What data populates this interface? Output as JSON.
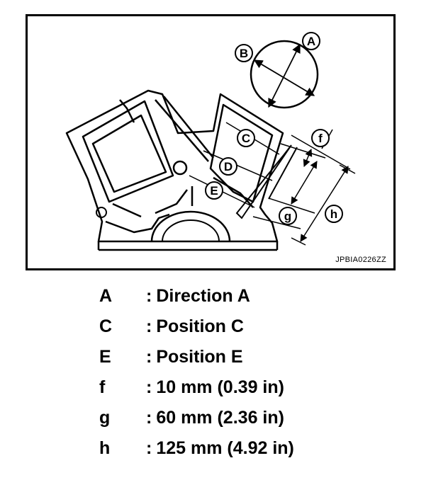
{
  "figure": {
    "code": "JPBIA0226ZZ",
    "callouts": {
      "A": "A",
      "B": "B",
      "C": "C",
      "D": "D",
      "E": "E",
      "f": "f",
      "g": "g",
      "h": "h"
    }
  },
  "legend": [
    {
      "key": "A",
      "text": "Direction A"
    },
    {
      "key": "C",
      "text": "Position C"
    },
    {
      "key": "E",
      "text": "Position E"
    },
    {
      "key": "f",
      "text": "10 mm (0.39 in)"
    },
    {
      "key": "g",
      "text": "60 mm (2.36 in)"
    },
    {
      "key": "h",
      "text": "125 mm (4.92 in)"
    }
  ]
}
